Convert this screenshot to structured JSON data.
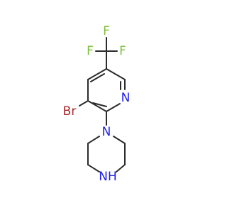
{
  "molecule": {
    "atoms": {
      "f_top": "F",
      "f_left": "F",
      "f_right": "F",
      "n_pyridine": "N",
      "br": "Br",
      "n_piperazine_top": "N",
      "nh_piperazine": "NH"
    },
    "colors": {
      "bond": "#2b2b2b",
      "fluorine": "#7fbf3f",
      "nitrogen": "#2020e6",
      "bromine": "#a52a2a"
    }
  }
}
